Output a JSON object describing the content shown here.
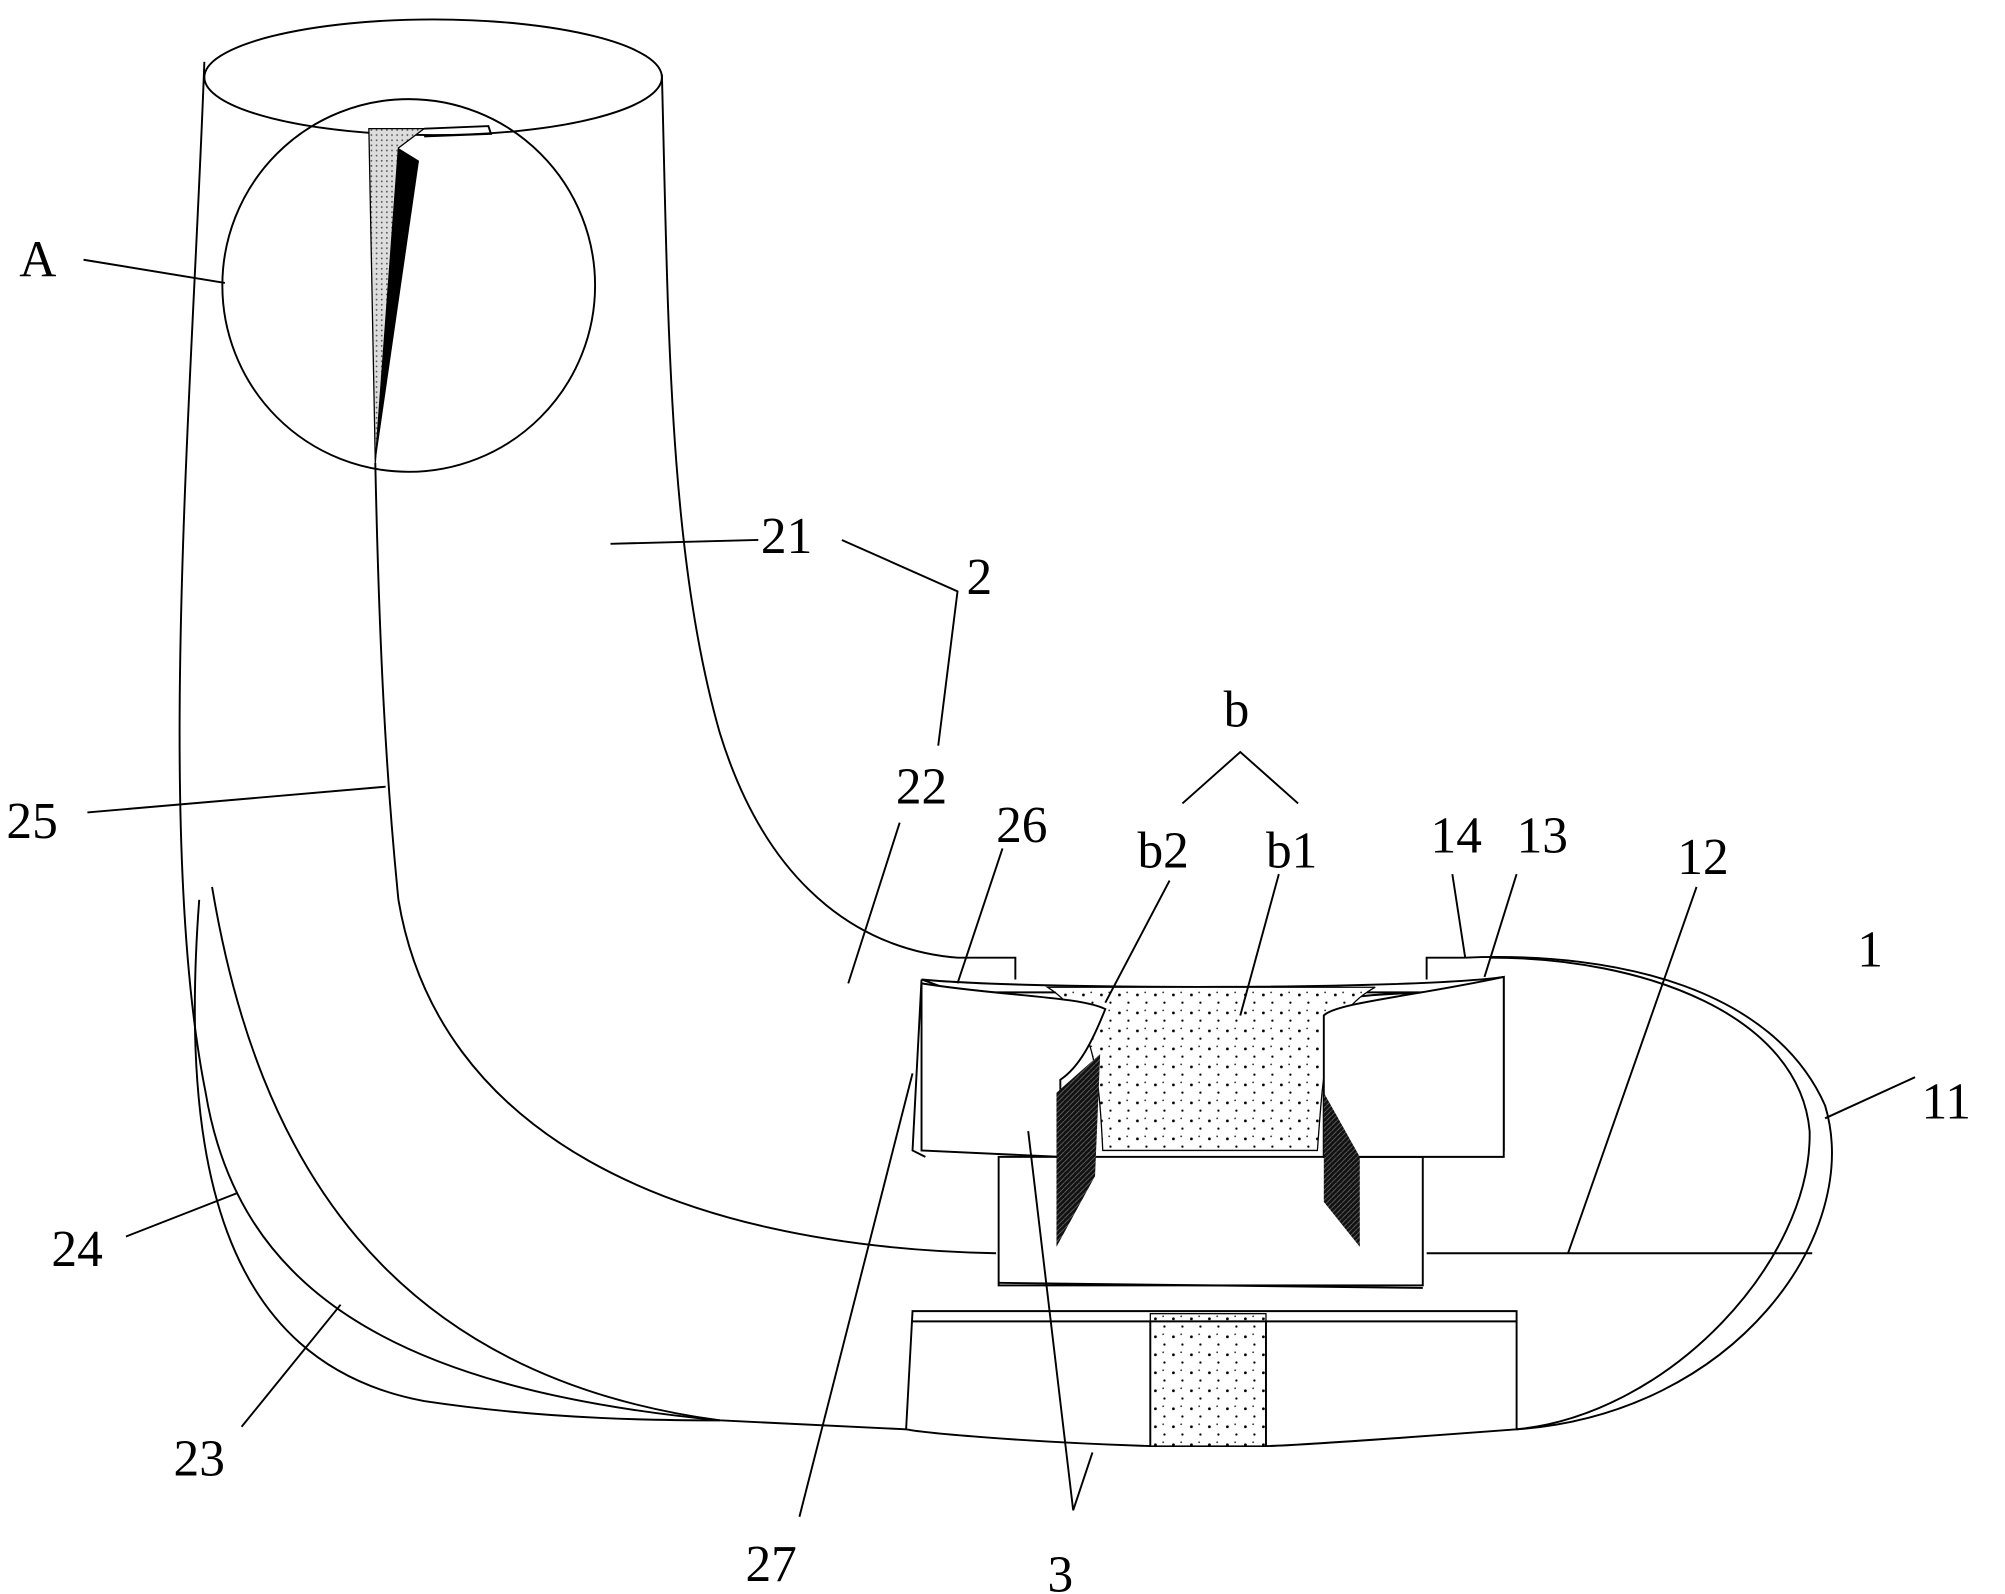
{
  "figure": {
    "labels": {
      "A": "A",
      "n21": "21",
      "n2": "2",
      "n22": "22",
      "b": "b",
      "b2": "b2",
      "b1": "b1",
      "n26": "26",
      "n14": "14",
      "n13": "13",
      "n12": "12",
      "n1": "1",
      "n11": "11",
      "n25": "25",
      "n24": "24",
      "n23": "23",
      "n27": "27",
      "n3": "3"
    }
  }
}
